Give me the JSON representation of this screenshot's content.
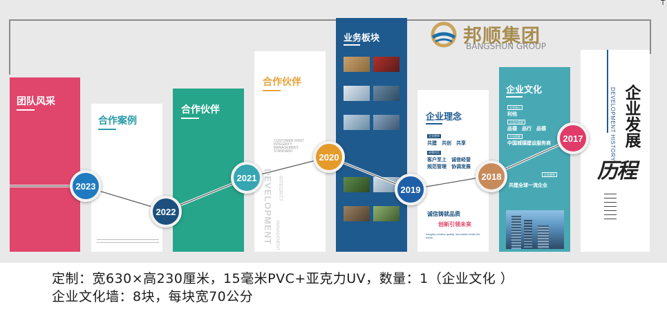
{
  "brand": {
    "name_cn": "邦顺集团",
    "name_en": "BANGSHUN GROUP"
  },
  "corner_mark": "T",
  "panels": [
    {
      "title": "团队风采",
      "color": "#e0456c"
    },
    {
      "title": "合作案例",
      "color": "#ffffff",
      "title_color": "#2a9ba8"
    },
    {
      "title": "合作伙伴",
      "color": "#26a58a"
    },
    {
      "title": "合作伙伴",
      "color": "#ffffff",
      "title_color": "#e4a33a",
      "en_text": "CUSTOMER FIRST  INTEGRITY  MANAGEMENT  STANDARD",
      "vertical_words": [
        "DEVELOPMENT",
        "INTEGRITY",
        "MANAGEMENT"
      ]
    },
    {
      "title": "业务板块",
      "color": "#1e5a8e"
    },
    {
      "title": "企业理念",
      "color": "#ffffff",
      "title_color": "#1e5a8e",
      "items": [
        {
          "label": "企业使命",
          "text": "共建　共创　共享"
        },
        {
          "label": "经营宗旨",
          "text": "客户至上　诚信经营"
        },
        {
          "label": "",
          "text": "规范管理　协调发展"
        }
      ],
      "slogan1": "诚信铸就品质",
      "slogan2": "创新引领未来",
      "slogan_en": "Integrity creates quality, innovation leads the future"
    },
    {
      "title": "企业文化",
      "color": "#48a9b5",
      "items": [
        {
          "label": "企业核心",
          "text": "利他"
        },
        {
          "label": "企业价值观",
          "text": "品德　品行　品德"
        },
        {
          "label": "企业愿景",
          "text": "中国城镇建设服务商"
        }
      ],
      "mission_label": "企业使命",
      "mission": "共建全球一流企业"
    },
    {
      "title": "企业发展",
      "subtitle": "历程",
      "en": "DEVELOPMENT HISTORY",
      "color": "#ffffff"
    }
  ],
  "timeline": [
    {
      "year": "2023",
      "color": "#1f7ac0"
    },
    {
      "year": "2022",
      "color": "#1c4f7e"
    },
    {
      "year": "2021",
      "color": "#35a6b2"
    },
    {
      "year": "2020",
      "color": "#e59b2a"
    },
    {
      "year": "2019",
      "color": "#1f5fa8"
    },
    {
      "year": "2018",
      "color": "#c98a5a"
    },
    {
      "year": "2017",
      "color": "#e03c6a"
    }
  ],
  "caption": {
    "line1": "定制：宽630×高230厘米，15毫米PVC+亚克力UV，数量：1（企业文化 ）",
    "line2": "企业文化墙：8块，每块宽70公分"
  }
}
